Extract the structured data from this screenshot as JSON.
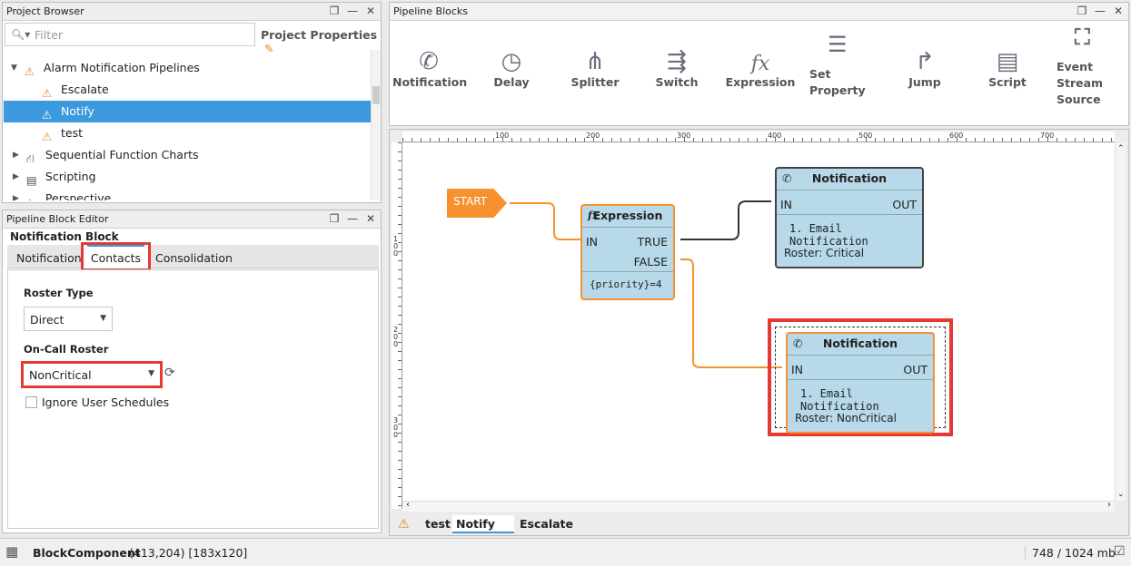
{
  "project_browser": {
    "title": "Project Browser",
    "filter_placeholder": "Filter",
    "properties_label": "Project Properties",
    "tree": [
      {
        "label": "Alarm Notification Pipelines"
      },
      {
        "label": "Escalate"
      },
      {
        "label": "Notify"
      },
      {
        "label": "test"
      },
      {
        "label": "Sequential Function Charts"
      },
      {
        "label": "Scripting"
      },
      {
        "label": "Perspective"
      }
    ]
  },
  "block_editor": {
    "title": "Pipeline Block Editor",
    "subtitle": "Notification Block",
    "tabs": [
      "Notification",
      "Contacts",
      "Consolidation"
    ],
    "roster_type_label": "Roster Type",
    "roster_type_value": "Direct",
    "oncall_label": "On-Call Roster",
    "oncall_value": "NonCritical",
    "ignore_label": "Ignore User Schedules"
  },
  "blocks_panel": {
    "title": "Pipeline Blocks",
    "tools": [
      "Notification",
      "Delay",
      "Splitter",
      "Switch",
      "Expression",
      "Set Property",
      "Jump",
      "Script",
      "Event Stream Source"
    ]
  },
  "canvas": {
    "ruler": [
      "100",
      "200",
      "300",
      "400",
      "500",
      "600",
      "700"
    ],
    "vruler": [
      "1",
      "0",
      "0",
      "2",
      "0",
      "0",
      "3",
      "0",
      "0"
    ],
    "start": "START",
    "expr": {
      "title": "Expression",
      "in": "IN",
      "true": "TRUE",
      "false": "FALSE",
      "expr": "{priority}=4",
      "icon": "fx"
    },
    "notif1": {
      "title": "Notification",
      "in": "IN",
      "out": "OUT",
      "line1": "1. Email Notification",
      "line2": "Roster: Critical"
    },
    "notif2": {
      "title": "Notification",
      "in": "IN",
      "out": "OUT",
      "line1": "1. Email Notification",
      "line2": "Roster: NonCritical"
    }
  },
  "bottom_tabs": [
    "test",
    "Notify",
    "Escalate"
  ],
  "status": {
    "component": "BlockComponent",
    "coords": "(413,204) [183x120]",
    "memory": "748 / 1024 mb"
  }
}
